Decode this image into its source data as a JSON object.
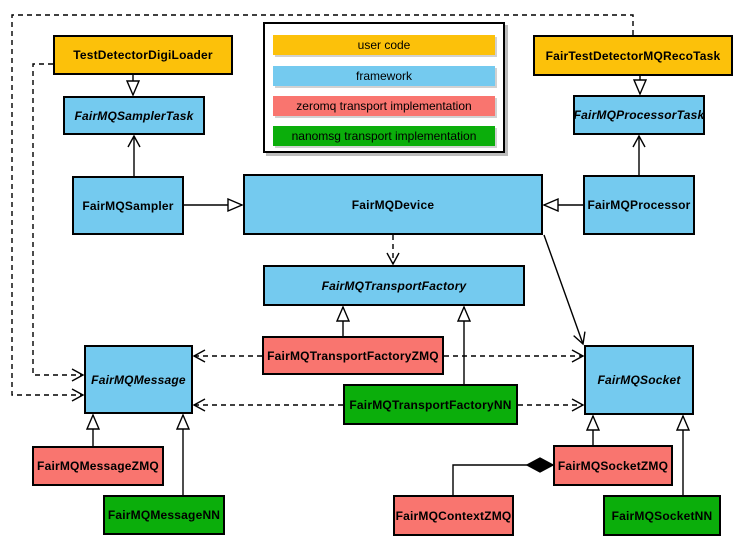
{
  "palette": {
    "user_code": "#FCC10A",
    "framework": "#74CAEF",
    "zeromq": "#F9756F",
    "nanomsg": "#0BAE0B",
    "border": "#000000",
    "background": "#FFFFFF"
  },
  "legend": {
    "items": [
      {
        "label": "user code",
        "category": "user_code"
      },
      {
        "label": "framework",
        "category": "framework"
      },
      {
        "label": "zeromq transport implementation",
        "category": "zeromq"
      },
      {
        "label": "nanomsg transport implementation",
        "category": "nanomsg"
      }
    ]
  },
  "nodes": [
    {
      "id": "TestDetectorDigiLoader",
      "label": "TestDetectorDigiLoader",
      "category": "user_code",
      "abstract": false
    },
    {
      "id": "FairTestDetectorMQRecoTask",
      "label": "FairTestDetectorMQRecoTask",
      "category": "user_code",
      "abstract": false
    },
    {
      "id": "FairMQSamplerTask",
      "label": "FairMQSamplerTask",
      "category": "framework",
      "abstract": true
    },
    {
      "id": "FairMQProcessorTask",
      "label": "FairMQProcessorTask",
      "category": "framework",
      "abstract": true
    },
    {
      "id": "FairMQSampler",
      "label": "FairMQSampler",
      "category": "framework",
      "abstract": false
    },
    {
      "id": "FairMQDevice",
      "label": "FairMQDevice",
      "category": "framework",
      "abstract": false
    },
    {
      "id": "FairMQProcessor",
      "label": "FairMQProcessor",
      "category": "framework",
      "abstract": false
    },
    {
      "id": "FairMQTransportFactory",
      "label": "FairMQTransportFactory",
      "category": "framework",
      "abstract": true
    },
    {
      "id": "FairMQTransportFactoryZMQ",
      "label": "FairMQTransportFactoryZMQ",
      "category": "zeromq",
      "abstract": false
    },
    {
      "id": "FairMQTransportFactoryNN",
      "label": "FairMQTransportFactoryNN",
      "category": "nanomsg",
      "abstract": false
    },
    {
      "id": "FairMQMessage",
      "label": "FairMQMessage",
      "category": "framework",
      "abstract": true
    },
    {
      "id": "FairMQSocket",
      "label": "FairMQSocket",
      "category": "framework",
      "abstract": true
    },
    {
      "id": "FairMQMessageZMQ",
      "label": "FairMQMessageZMQ",
      "category": "zeromq",
      "abstract": false
    },
    {
      "id": "FairMQMessageNN",
      "label": "FairMQMessageNN",
      "category": "nanomsg",
      "abstract": false
    },
    {
      "id": "FairMQContextZMQ",
      "label": "FairMQContextZMQ",
      "category": "zeromq",
      "abstract": false
    },
    {
      "id": "FairMQSocketZMQ",
      "label": "FairMQSocketZMQ",
      "category": "zeromq",
      "abstract": false
    },
    {
      "id": "FairMQSocketNN",
      "label": "FairMQSocketNN",
      "category": "nanomsg",
      "abstract": false
    }
  ],
  "relationships": [
    {
      "from": "TestDetectorDigiLoader",
      "to": "FairMQSamplerTask",
      "type": "inheritance"
    },
    {
      "from": "FairTestDetectorMQRecoTask",
      "to": "FairMQProcessorTask",
      "type": "inheritance"
    },
    {
      "from": "FairMQSampler",
      "to": "FairMQDevice",
      "type": "inheritance"
    },
    {
      "from": "FairMQProcessor",
      "to": "FairMQDevice",
      "type": "inheritance"
    },
    {
      "from": "FairMQSampler",
      "to": "FairMQSamplerTask",
      "type": "association"
    },
    {
      "from": "FairMQProcessor",
      "to": "FairMQProcessorTask",
      "type": "association"
    },
    {
      "from": "FairMQDevice",
      "to": "FairMQSocket",
      "type": "association"
    },
    {
      "from": "FairMQDevice",
      "to": "FairMQTransportFactory",
      "type": "dependency"
    },
    {
      "from": "TestDetectorDigiLoader",
      "to": "FairMQMessage",
      "type": "dependency"
    },
    {
      "from": "FairTestDetectorMQRecoTask",
      "to": "FairMQMessage",
      "type": "dependency"
    },
    {
      "from": "FairMQTransportFactoryZMQ",
      "to": "FairMQTransportFactory",
      "type": "inheritance"
    },
    {
      "from": "FairMQTransportFactoryNN",
      "to": "FairMQTransportFactory",
      "type": "inheritance"
    },
    {
      "from": "FairMQTransportFactoryZMQ",
      "to": "FairMQMessage",
      "type": "dependency"
    },
    {
      "from": "FairMQTransportFactoryZMQ",
      "to": "FairMQSocket",
      "type": "dependency"
    },
    {
      "from": "FairMQTransportFactoryNN",
      "to": "FairMQMessage",
      "type": "dependency"
    },
    {
      "from": "FairMQTransportFactoryNN",
      "to": "FairMQSocket",
      "type": "dependency"
    },
    {
      "from": "FairMQMessageZMQ",
      "to": "FairMQMessage",
      "type": "inheritance"
    },
    {
      "from": "FairMQMessageNN",
      "to": "FairMQMessage",
      "type": "inheritance"
    },
    {
      "from": "FairMQSocketZMQ",
      "to": "FairMQSocket",
      "type": "inheritance"
    },
    {
      "from": "FairMQSocketNN",
      "to": "FairMQSocket",
      "type": "inheritance"
    },
    {
      "from": "FairMQContextZMQ",
      "to": "FairMQSocketZMQ",
      "type": "composition"
    }
  ]
}
